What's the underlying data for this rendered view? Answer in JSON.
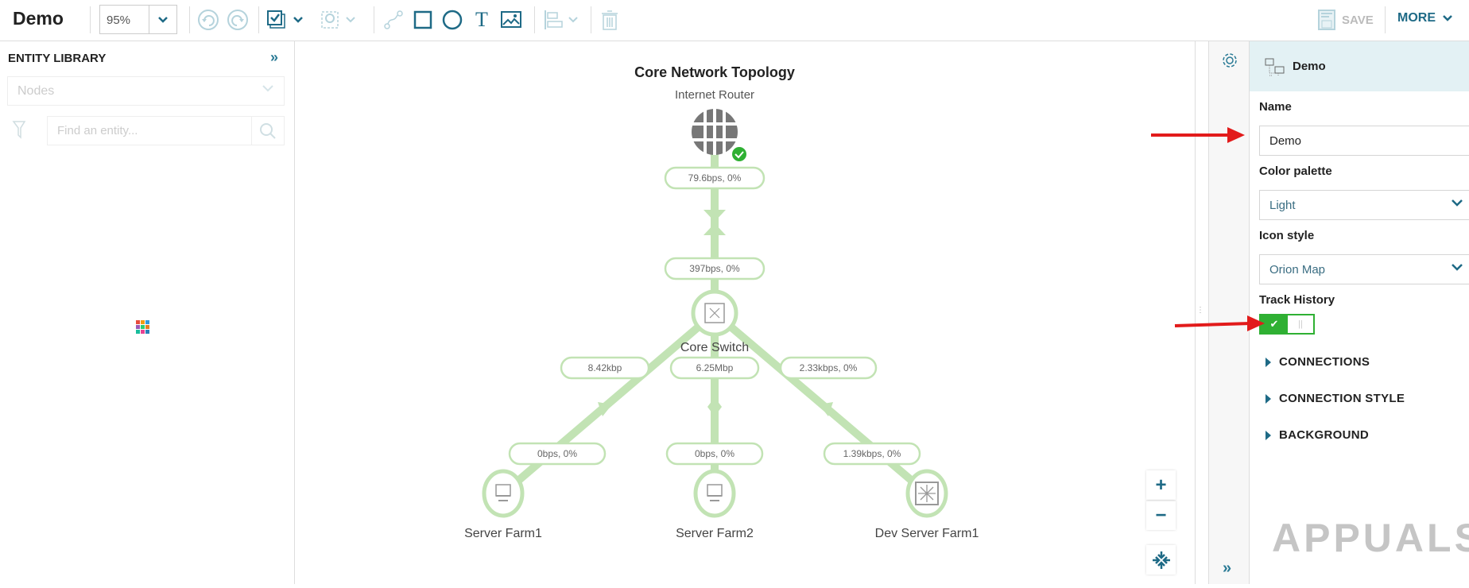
{
  "toolbar": {
    "title": "Demo",
    "zoom": "95%",
    "save_label": "SAVE",
    "more_label": "MORE",
    "icons": [
      "undo-icon",
      "redo-icon",
      "select-icon",
      "lasso-icon",
      "connector-icon",
      "rectangle-icon",
      "circle-icon",
      "text-icon",
      "image-icon",
      "align-icon",
      "delete-icon"
    ]
  },
  "library": {
    "title": "ENTITY LIBRARY",
    "nodes_select": "Nodes",
    "search_placeholder": "Find an entity..."
  },
  "diagram": {
    "title": "Core Network Topology",
    "nodes": [
      {
        "label": "Internet Router",
        "icon": "globe-icon",
        "status": "up"
      },
      {
        "label": "Core Switch",
        "icon": "switch-icon"
      },
      {
        "label": "Server Farm1",
        "icon": "server-icon"
      },
      {
        "label": "Server Farm2",
        "icon": "server-icon"
      },
      {
        "label": "Dev Server Farm1",
        "icon": "switch-icon"
      }
    ],
    "links": [
      "79.6bps,  0%",
      "397bps,  0%",
      "8.42kbp",
      "6.25Mbp",
      "2.33kbps,  0%",
      "0bps,  0%",
      "0bps,  0%",
      "1.39kbps,  0%"
    ],
    "link_color": "#c2e3b4",
    "status_color": "#2fb033"
  },
  "zoom_controls": {
    "plus": "+",
    "minus": "−"
  },
  "properties": {
    "header": "Demo",
    "name_label": "Name",
    "name_value": "Demo",
    "palette_label": "Color palette",
    "palette_value": "Light",
    "icon_style_label": "Icon style",
    "icon_style_value": "Orion Map",
    "track_history_label": "Track History",
    "track_history_on": true,
    "sections": [
      "CONNECTIONS",
      "CONNECTION STYLE",
      "BACKGROUND"
    ]
  },
  "watermark": "APPUALS",
  "accent": "#1e6a86"
}
